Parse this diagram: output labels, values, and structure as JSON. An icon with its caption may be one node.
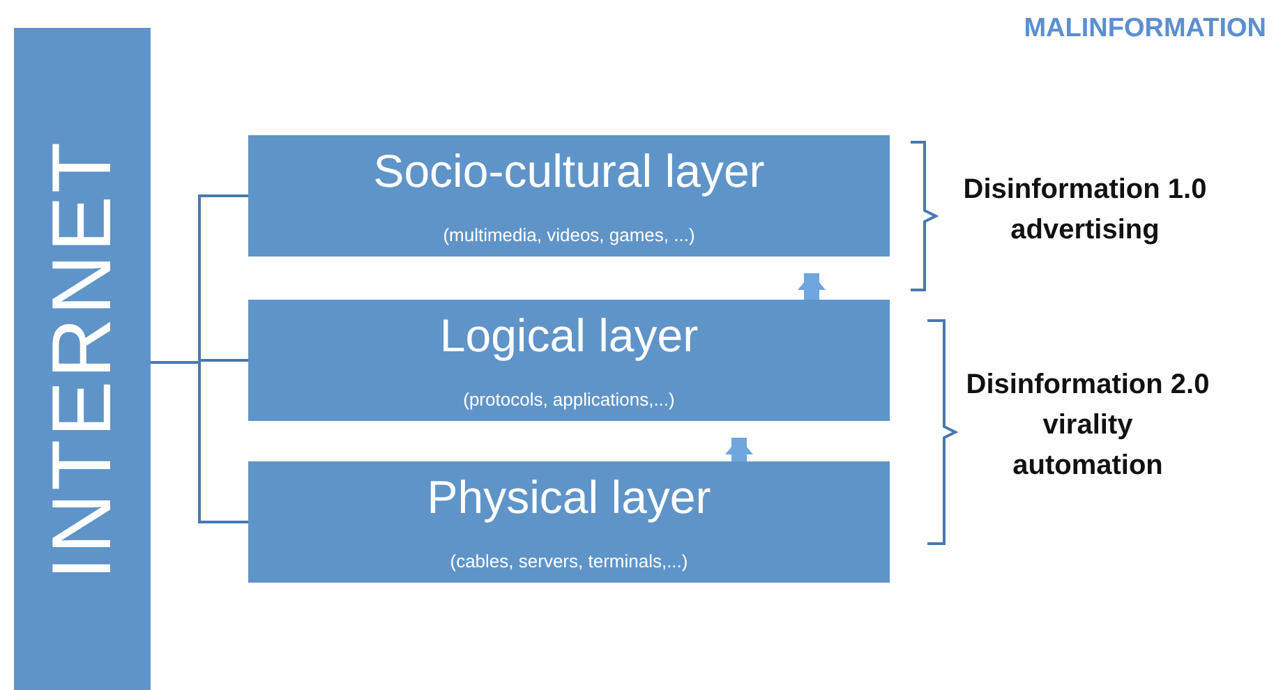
{
  "diagram": {
    "title": "MALINFORMATION",
    "nodes": [
      {
        "text": [
          "INTERNET"
        ]
      },
      {
        "text": [
          "Socio-cultural layer",
          "(multimedia, videos, games, ...)"
        ]
      },
      {
        "text": [
          "Logical layer",
          "(protocols, applications,...)"
        ]
      },
      {
        "text": [
          "Physical layer",
          "(cables, servers, terminals,...)"
        ]
      },
      {
        "text": [
          "Disinformation 1.0",
          "advertising"
        ]
      },
      {
        "text": [
          "Disinformation 2.0",
          "virality",
          "automation"
        ]
      }
    ],
    "edges": [
      {
        "from": 0,
        "to": 1,
        "arrow": "none"
      },
      {
        "from": 0,
        "to": 2,
        "arrow": "none"
      },
      {
        "from": 0,
        "to": 3,
        "arrow": "none"
      },
      {
        "from": 3,
        "to": 2,
        "arrow": "to",
        "style": "thick"
      },
      {
        "from": 2,
        "to": 1,
        "arrow": "to",
        "style": "thick"
      }
    ]
  }
}
